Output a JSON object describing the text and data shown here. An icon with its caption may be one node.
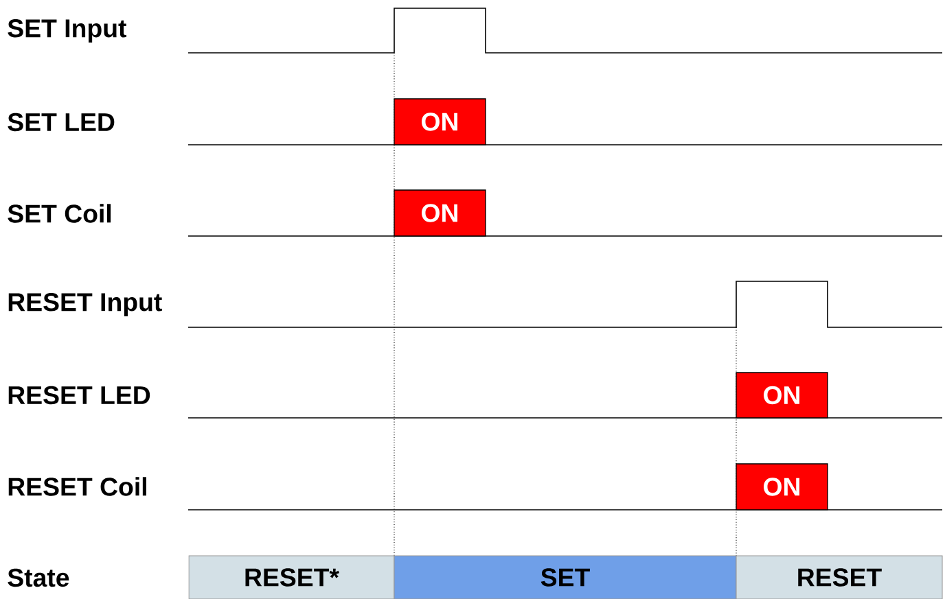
{
  "diagram": {
    "nodes": [
      {
        "text": [
          "ON"
        ]
      },
      {
        "text": [
          "ON"
        ]
      },
      {
        "text": [
          "ON"
        ]
      },
      {
        "text": [
          "ON"
        ]
      },
      {
        "text": [
          "RESET*"
        ]
      },
      {
        "text": [
          "SET"
        ]
      },
      {
        "text": [
          "RESET"
        ]
      }
    ],
    "labels": [
      "SET Input",
      "SET LED",
      "SET Coil",
      "RESET Input",
      "RESET LED",
      "RESET Coil",
      "State"
    ]
  }
}
